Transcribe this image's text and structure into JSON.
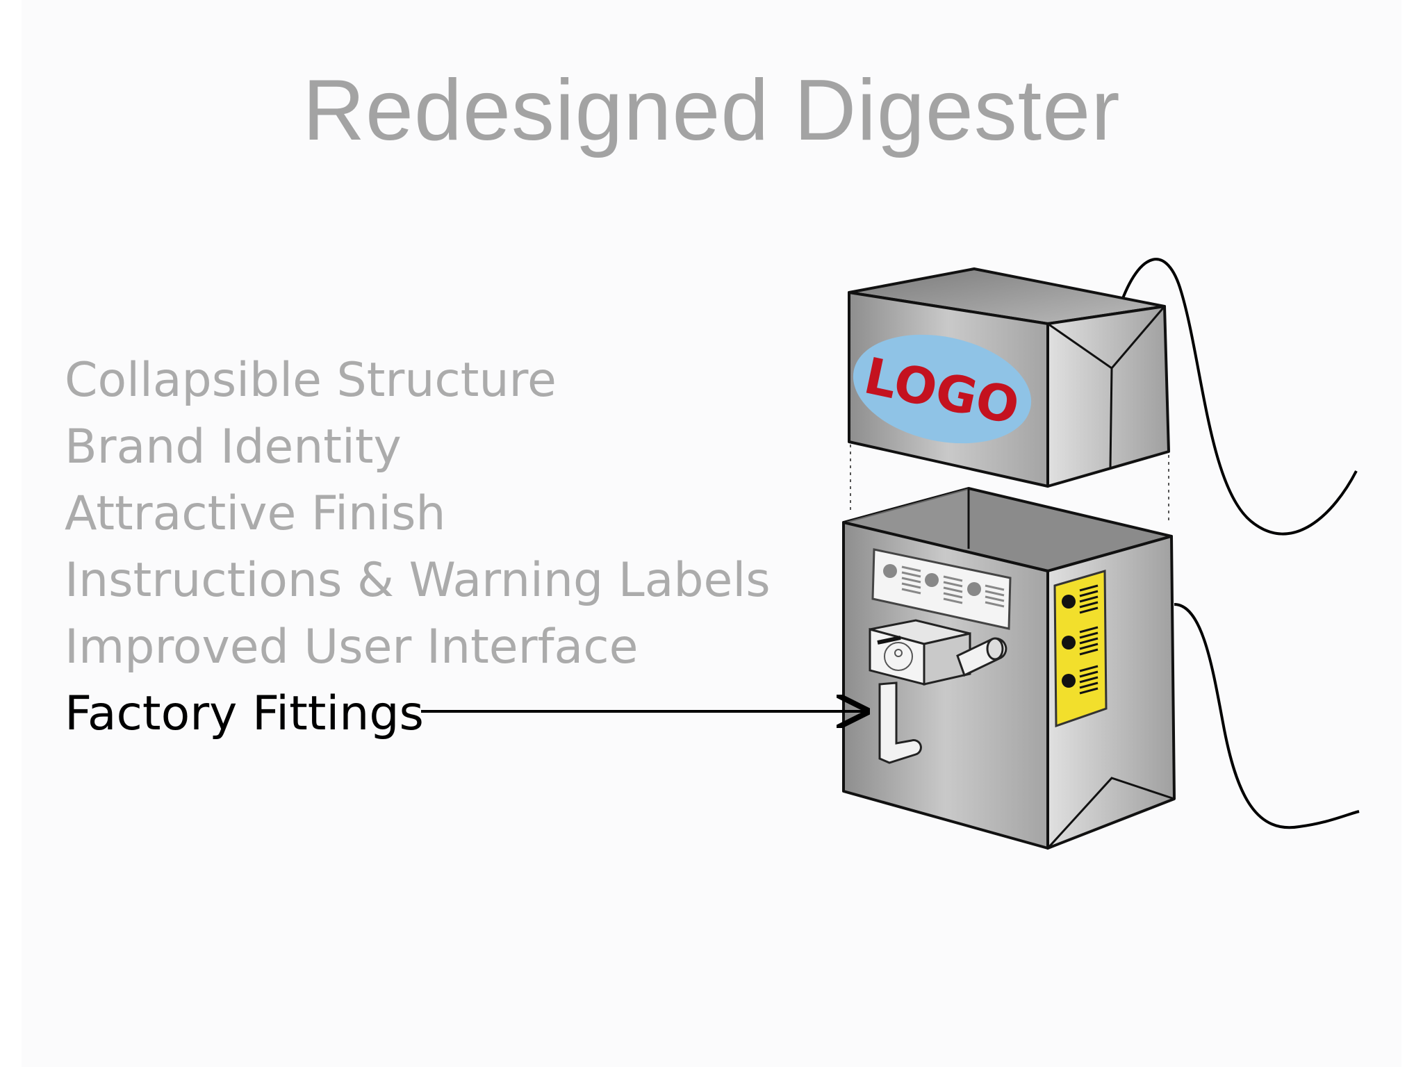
{
  "slide": {
    "title": "Redesigned Digester",
    "bullets": [
      {
        "label": "Collapsible Structure",
        "active": false
      },
      {
        "label": "Brand Identity",
        "active": false
      },
      {
        "label": "Attractive Finish",
        "active": false
      },
      {
        "label": "Instructions & Warning Labels",
        "active": false
      },
      {
        "label": "Improved User Interface",
        "active": false
      },
      {
        "label": "Factory Fittings",
        "active": true
      }
    ]
  },
  "illustration": {
    "logo_text": "LOGO",
    "colors": {
      "logo_oval": "#8fc3e6",
      "logo_text": "#c4121f",
      "label_panel": "#f2df2c",
      "metal": "#a8a8a8"
    }
  }
}
